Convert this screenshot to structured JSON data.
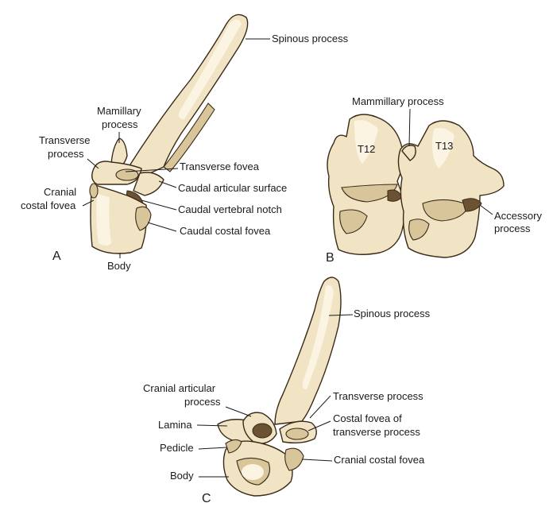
{
  "panels": {
    "a": "A",
    "b": "B",
    "c": "C"
  },
  "panel_a": {
    "spinous_process": "Spinous process",
    "mamillary_process_1": "Mamillary",
    "mamillary_process_2": "process",
    "transverse_process_1": "Transverse",
    "transverse_process_2": "process",
    "cranial_costal_fovea_1": "Cranial",
    "cranial_costal_fovea_2": "costal fovea",
    "transverse_fovea": "Transverse fovea",
    "caudal_articular_surface": "Caudal articular surface",
    "caudal_vertebral_notch": "Caudal vertebral notch",
    "caudal_costal_fovea": "Caudal costal fovea",
    "body": "Body"
  },
  "panel_b": {
    "mammillary_process": "Mammillary process",
    "t12": "T12",
    "t13": "T13",
    "accessory_process_1": "Accessory",
    "accessory_process_2": "process"
  },
  "panel_c": {
    "spinous_process": "Spinous process",
    "cranial_articular_process_1": "Cranial articular",
    "cranial_articular_process_2": "process",
    "transverse_process": "Transverse process",
    "costal_fovea_tp_1": "Costal fovea of",
    "costal_fovea_tp_2": "transverse process",
    "lamina": "Lamina",
    "pedicle": "Pedicle",
    "cranial_costal_fovea": "Cranial costal fovea",
    "body": "Body"
  }
}
